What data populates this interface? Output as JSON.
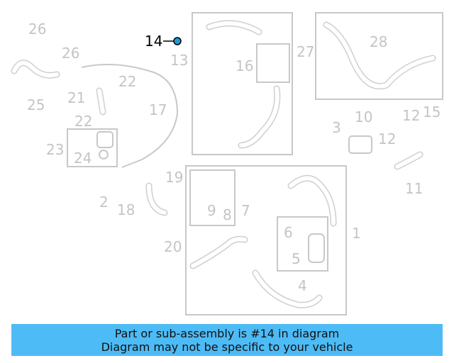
{
  "highlight_part": "14",
  "highlight_color": "#1a9bd7",
  "banner_color": "#4dbbf5",
  "labels": [
    "26",
    "26",
    "25",
    "21",
    "22",
    "22",
    "23",
    "24",
    "2",
    "14",
    "13",
    "16",
    "17",
    "27",
    "28",
    "3",
    "10",
    "12",
    "15",
    "12",
    "11",
    "19",
    "18",
    "9",
    "8",
    "7",
    "20",
    "6",
    "5",
    "1",
    "4"
  ],
  "banner": {
    "line1": "Part or sub-assembly is #14 in diagram",
    "line2": "Diagram may not be specific to your vehicle"
  }
}
